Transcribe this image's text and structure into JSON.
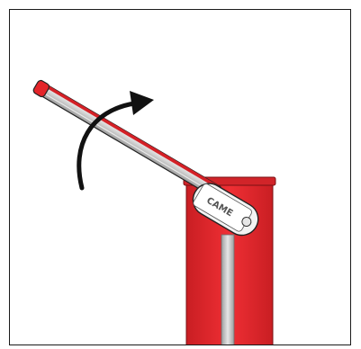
{
  "illustration": {
    "subject": "barrier-gate",
    "motion": "arm-raising-arrow",
    "colors": {
      "housing_red": "#e8262b",
      "housing_red_dark": "#b71c21",
      "arm_silver": "#dcdcdc",
      "arm_red_stripe": "#d42026",
      "arrow": "#111111",
      "outline": "#1a1a1a"
    },
    "bracket_brand_mark": "CAME"
  }
}
